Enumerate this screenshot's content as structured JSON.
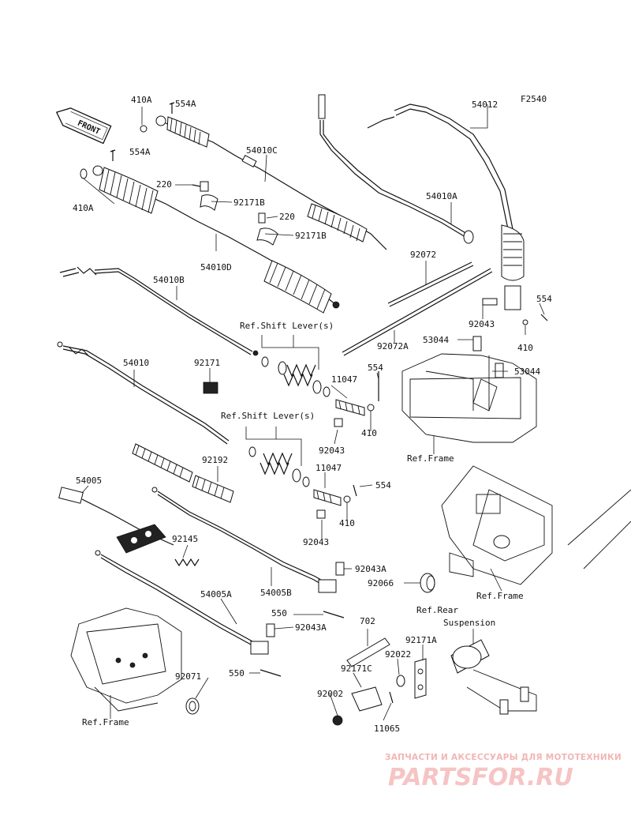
{
  "diagram_code": "F2540",
  "front_label": "FRONT",
  "part_labels": {
    "p410A_1": "410A",
    "p554A_1": "554A",
    "p554A_2": "554A",
    "p410A_2": "410A",
    "p54010C": "54010C",
    "p220_1": "220",
    "p92171B_1": "92171B",
    "p220_2": "220",
    "p92171B_2": "92171B",
    "p54010D": "54010D",
    "p54010B": "54010B",
    "p54012": "54012",
    "p54010A": "54010A",
    "p92072": "92072",
    "p92072A": "92072A",
    "p554_1": "554",
    "p92043_1": "92043",
    "p410_1": "410",
    "p53044_1": "53044",
    "p53044_2": "53044",
    "p54010": "54010",
    "p92171": "92171",
    "p11047_1": "11047",
    "p554_2": "554",
    "p410_2": "410",
    "p92043_2": "92043",
    "p92192": "92192",
    "p11047_2": "11047",
    "p554_3": "554",
    "p410_3": "410",
    "p92043_3": "92043",
    "p54005": "54005",
    "p92145": "92145",
    "p54005B": "54005B",
    "p92043A_1": "92043A",
    "p92066": "92066",
    "p54005A": "54005A",
    "p550_1": "550",
    "p92043A_2": "92043A",
    "p702": "702",
    "p92171A": "92171A",
    "p92022": "92022",
    "p92171C": "92171C",
    "p550_2": "550",
    "p92071": "92071",
    "p92002": "92002",
    "p11065": "11065"
  },
  "ref_labels": {
    "shift_lever_1": "Ref.Shift Lever(s)",
    "shift_lever_2": "Ref.Shift Lever(s)",
    "frame_1": "Ref.Frame",
    "frame_2": "Ref.Frame",
    "frame_3": "Ref.Frame",
    "rear_suspension_1": "Ref.Rear",
    "rear_suspension_2": "Suspension"
  },
  "watermark": {
    "tagline": "ЗАПЧАСТИ И АКСЕССУАРЫ ДЛЯ МОТОТЕХНИКИ",
    "logo": "PARTSFOR.RU"
  }
}
